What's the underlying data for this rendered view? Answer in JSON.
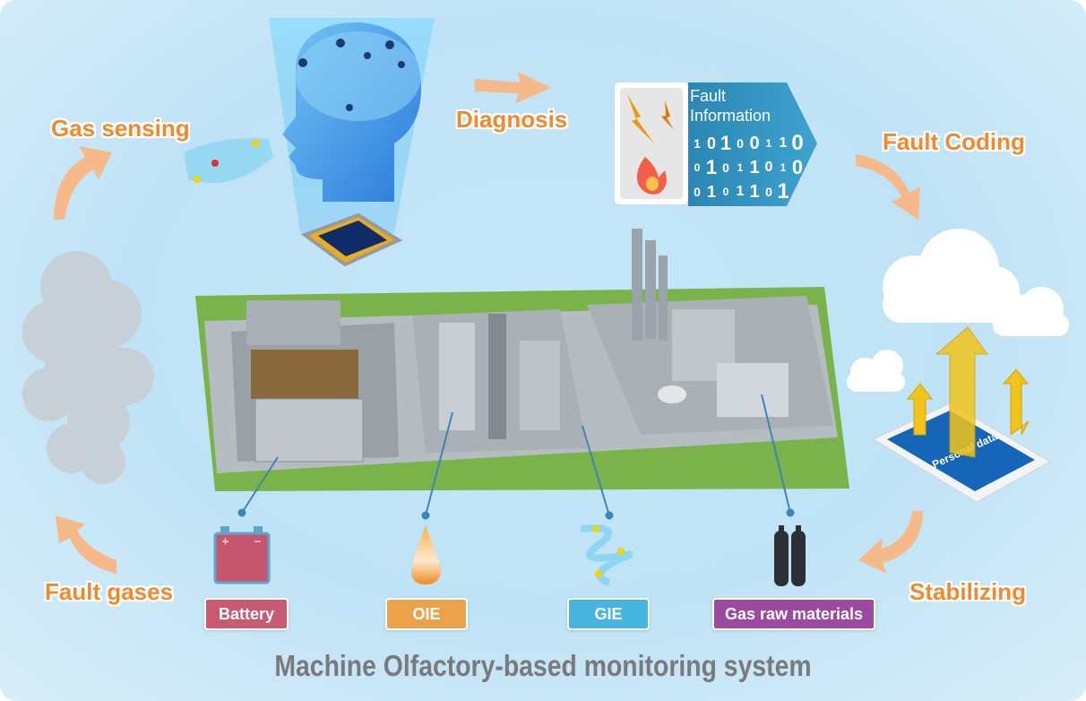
{
  "steps": {
    "gas_sensing": "Gas sensing",
    "diagnosis": "Diagnosis",
    "fault_coding": "Fault Coding",
    "stabilizing": "Stabilizing",
    "fault_gases": "Fault gases"
  },
  "fault_info": {
    "line1": "Fault",
    "line2": "Information",
    "binary": [
      "1",
      "0",
      "1",
      "0",
      "0",
      "1",
      "1",
      "0",
      "0",
      "1",
      "0",
      "1",
      "1",
      "0",
      "1",
      "0",
      "0",
      "1",
      "0",
      "1",
      "1",
      "0",
      "1"
    ]
  },
  "tablet_label": "Personal data",
  "sources": [
    {
      "label": "Battery",
      "color": "#c85a72",
      "icon": "battery-icon"
    },
    {
      "label": "OIE",
      "color": "#eba24a",
      "icon": "oil-drop-icon"
    },
    {
      "label": "GIE",
      "color": "#46b6e1",
      "icon": "gas-molecule-icon"
    },
    {
      "label": "Gas raw materials",
      "color": "#9c4aa0",
      "icon": "gas-cylinder-icon"
    }
  ],
  "title": "Machine Olfactory-based monitoring system",
  "colors": {
    "step_text": "#f08a2c",
    "arrow": "#f6b98a",
    "title": "#7a7a7a",
    "fault_panel": "#2f8fb8"
  }
}
